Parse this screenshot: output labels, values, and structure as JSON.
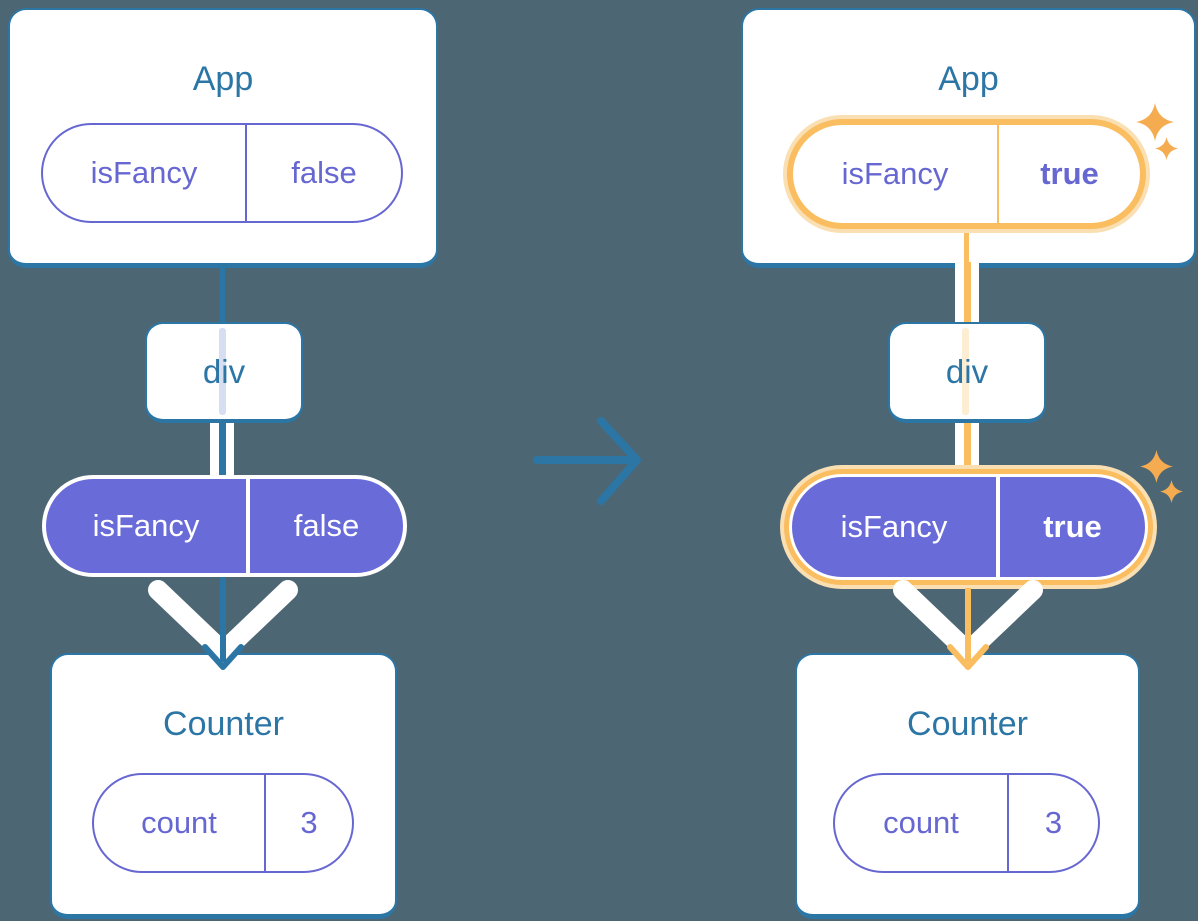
{
  "colors": {
    "background": "#4D6673",
    "tree_blue": "#2C76A6",
    "purple_outline": "#6767D2",
    "purple_fill": "#696BD9",
    "highlight_orange": "#FABD60",
    "highlight_orange_pale": "#FADFB2",
    "sparkle_orange": "#F5AC50",
    "pass_through_blue": "#D6DEF2",
    "pass_through_orange": "#FCEDD3",
    "white": "#FFFFFF"
  },
  "icons": {
    "transition": "arrow-right-icon",
    "highlight": "sparkle-icon"
  },
  "before": {
    "app": {
      "title": "App",
      "prop_name": "isFancy",
      "prop_value": "false"
    },
    "div_label": "div",
    "passed_prop": {
      "name": "isFancy",
      "value": "false"
    },
    "counter": {
      "title": "Counter",
      "state_name": "count",
      "state_value": "3"
    }
  },
  "after": {
    "app": {
      "title": "App",
      "prop_name": "isFancy",
      "prop_value": "true"
    },
    "div_label": "div",
    "passed_prop": {
      "name": "isFancy",
      "value": "true"
    },
    "counter": {
      "title": "Counter",
      "state_name": "count",
      "state_value": "3"
    }
  }
}
